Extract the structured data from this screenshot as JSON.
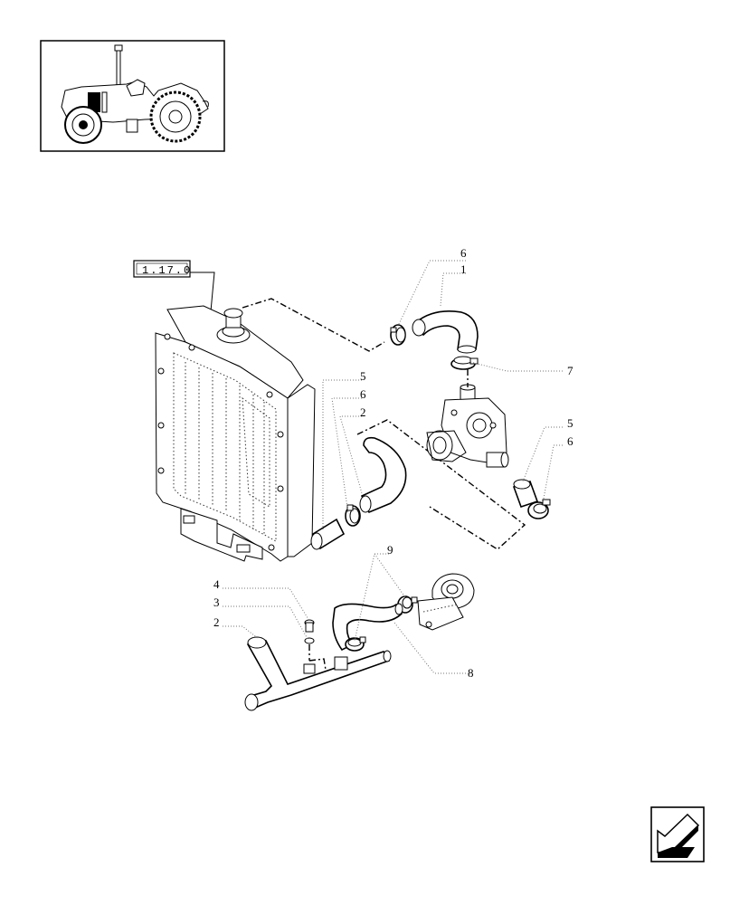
{
  "reference_box": "1.17.0",
  "callouts": {
    "c1": "1",
    "c2a": "2",
    "c2b": "2",
    "c3": "3",
    "c4": "4",
    "c5a": "5",
    "c5b": "5",
    "c6a": "6",
    "c6b": "6",
    "c6c": "6",
    "c7": "7",
    "c8": "8",
    "c9": "9"
  }
}
